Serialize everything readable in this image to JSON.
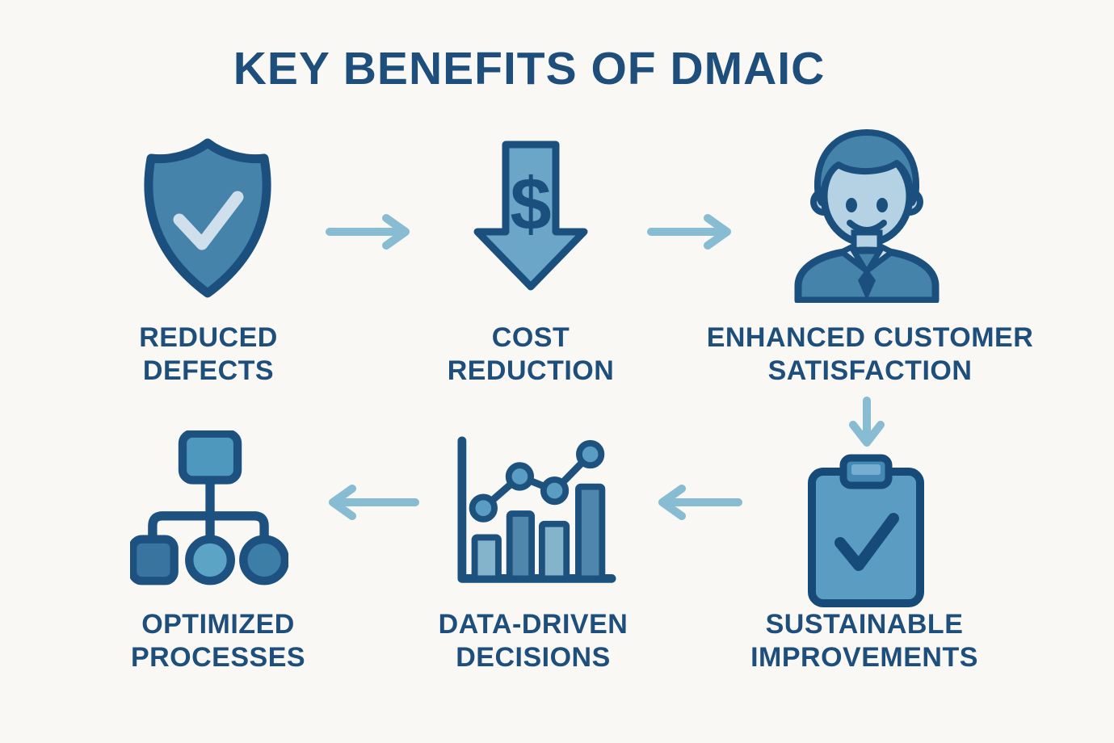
{
  "title": "KEY BENEFITS OF DMAIC",
  "palette": {
    "background": "#faf8f4",
    "text": "#1e4e7c",
    "outline": "#1b507e",
    "medium_blue": "#4683aa",
    "soft_blue": "#6ba6c8",
    "light_blue": "#b5d2e4",
    "check_light": "#cfdfeb",
    "clipboard_blue": "#5b9cc3",
    "arrow_blue": "#87bcd2"
  },
  "benefits": [
    {
      "id": "reduced-defects",
      "icon": "shield-check-icon",
      "label_line1": "REDUCED",
      "label_line2": "DEFECTS"
    },
    {
      "id": "cost-reduction",
      "icon": "dollar-down-arrow-icon",
      "symbol": "$",
      "label_line1": "COST",
      "label_line2": "REDUCTION"
    },
    {
      "id": "enhanced-customer-satisfaction",
      "icon": "smiling-person-icon",
      "label_line1": "ENHANCED CUSTOMER",
      "label_line2": "SATISFACTION"
    },
    {
      "id": "sustainable-improvements",
      "icon": "clipboard-check-icon",
      "label_line1": "SUSTAINABLE",
      "label_line2": "IMPROVEMENTS"
    },
    {
      "id": "data-driven-decisions",
      "icon": "bar-chart-trend-icon",
      "label_line1": "DATA-DRIVEN",
      "label_line2": "DECISIONS"
    },
    {
      "id": "optimized-processes",
      "icon": "org-flowchart-icon",
      "label_line1": "OPTIMIZED",
      "label_line2": "PROCESSES"
    }
  ],
  "flow": [
    {
      "from": "reduced-defects",
      "to": "cost-reduction",
      "direction": "right"
    },
    {
      "from": "cost-reduction",
      "to": "enhanced-customer-satisfaction",
      "direction": "right"
    },
    {
      "from": "enhanced-customer-satisfaction",
      "to": "sustainable-improvements",
      "direction": "down"
    },
    {
      "from": "sustainable-improvements",
      "to": "data-driven-decisions",
      "direction": "left"
    },
    {
      "from": "data-driven-decisions",
      "to": "optimized-processes",
      "direction": "left"
    }
  ]
}
